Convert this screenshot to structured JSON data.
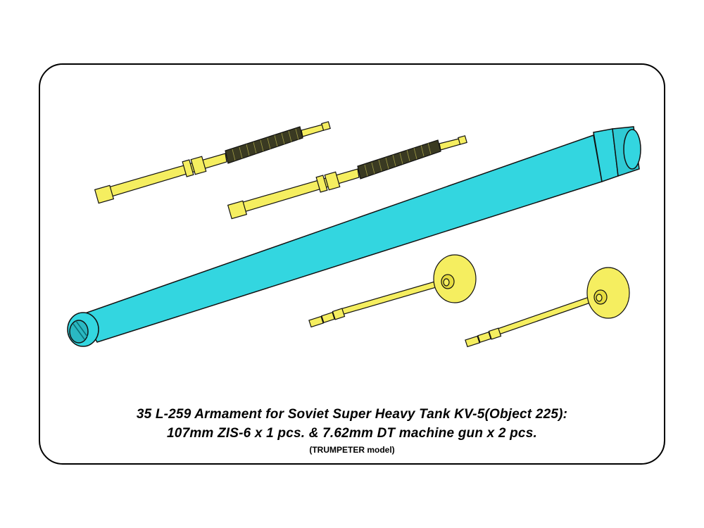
{
  "caption": {
    "line1": "35 L-259   Armament for Soviet Super Heavy Tank KV-5(Object 225):",
    "line2": "107mm ZIS-6 x 1 pcs. & 7.62mm DT machine gun x 2 pcs.",
    "line3": "(TRUMPETER model)"
  },
  "colors": {
    "cannon": "#33d6e0",
    "machine_gun": "#f5ee60",
    "spring": "#3a3a22",
    "outline": "#111111"
  }
}
